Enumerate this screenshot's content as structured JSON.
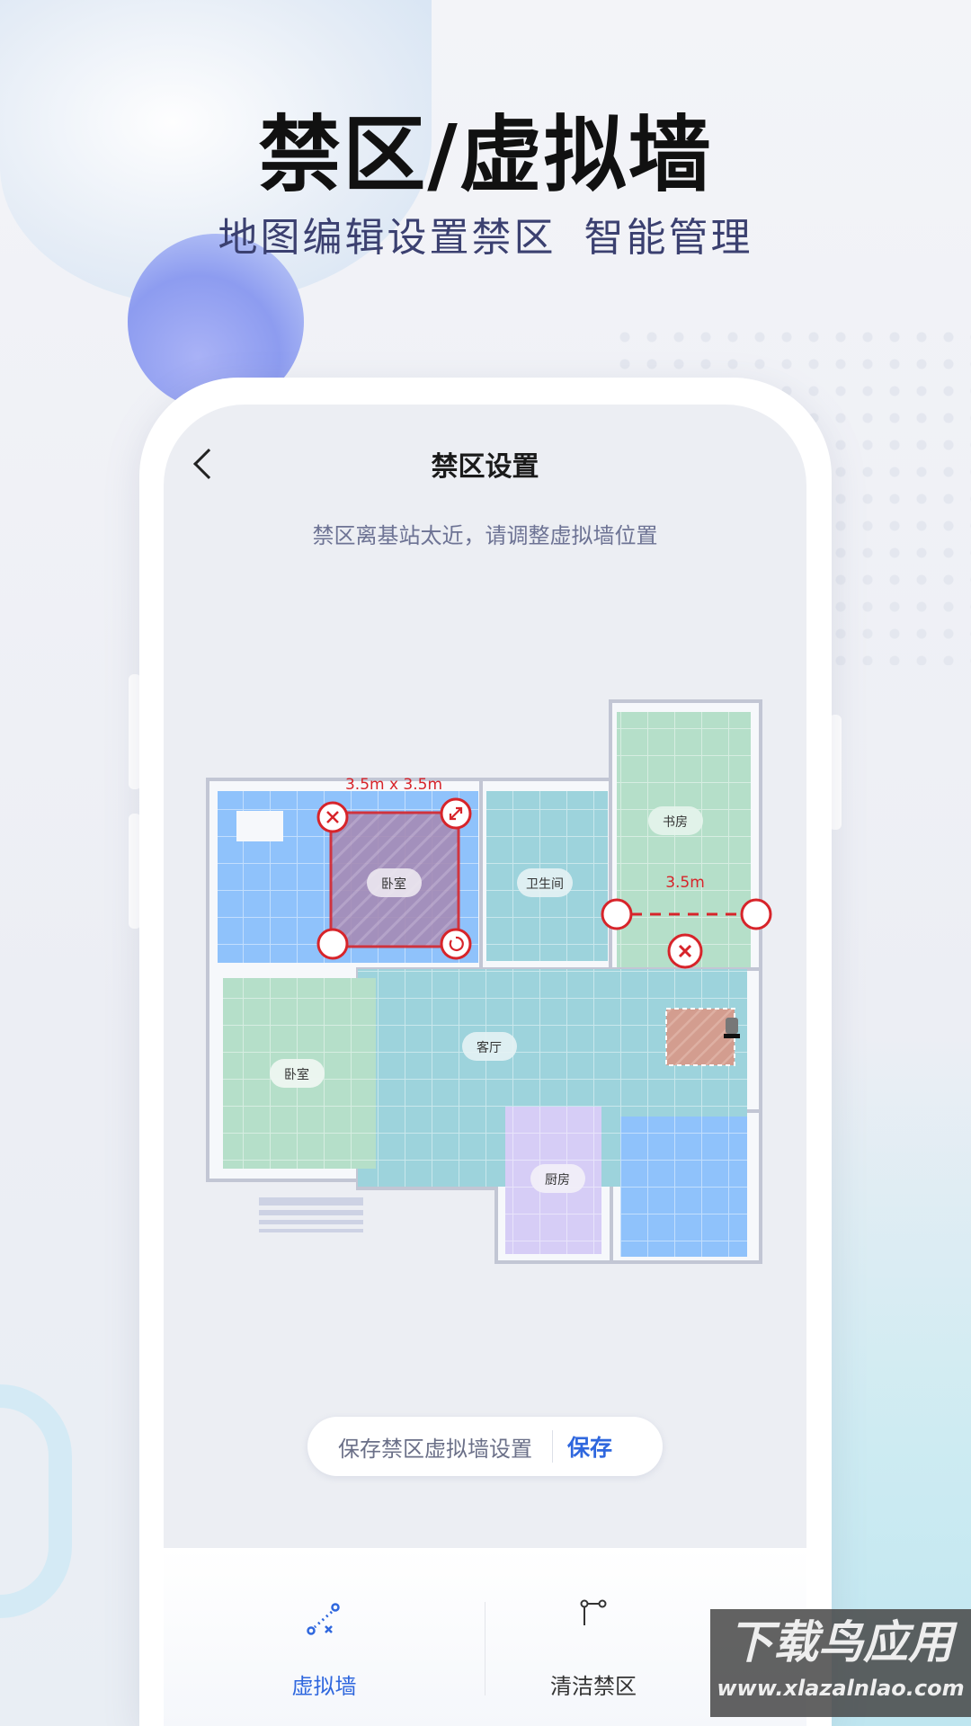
{
  "hero": {
    "title": "禁区/虚拟墙",
    "subtitle": "地图编辑设置禁区  智能管理"
  },
  "screen": {
    "header": {
      "title": "禁区设置",
      "back_icon": "chevron-left-icon"
    },
    "hint": "禁区离基站太近，请调整虚拟墙位置",
    "map": {
      "rooms": [
        "卧室",
        "卫生间",
        "书房",
        "客厅",
        "卧室",
        "厨房"
      ],
      "forbidden_zone_size": "3.5m x 3.5m",
      "virtual_wall_length": "3.5m",
      "colors": {
        "blue": "#8fc2fb",
        "teal": "#9dd3dc",
        "green": "#b5dfc9",
        "purple": "#d6cdf6",
        "forbidden": "#d7242a"
      }
    },
    "save_bar": {
      "text": "保存禁区虚拟墙设置",
      "button": "保存"
    },
    "nav": [
      {
        "label": "虚拟墙",
        "icon": "virtual-wall-icon",
        "active": true
      },
      {
        "label": "清洁禁区",
        "icon": "no-clean-zone-icon",
        "active": false
      }
    ],
    "accent": "#2f67de"
  },
  "watermark": {
    "line1": "下载鸟应用",
    "line2": "www.xlazalnlao.com"
  }
}
